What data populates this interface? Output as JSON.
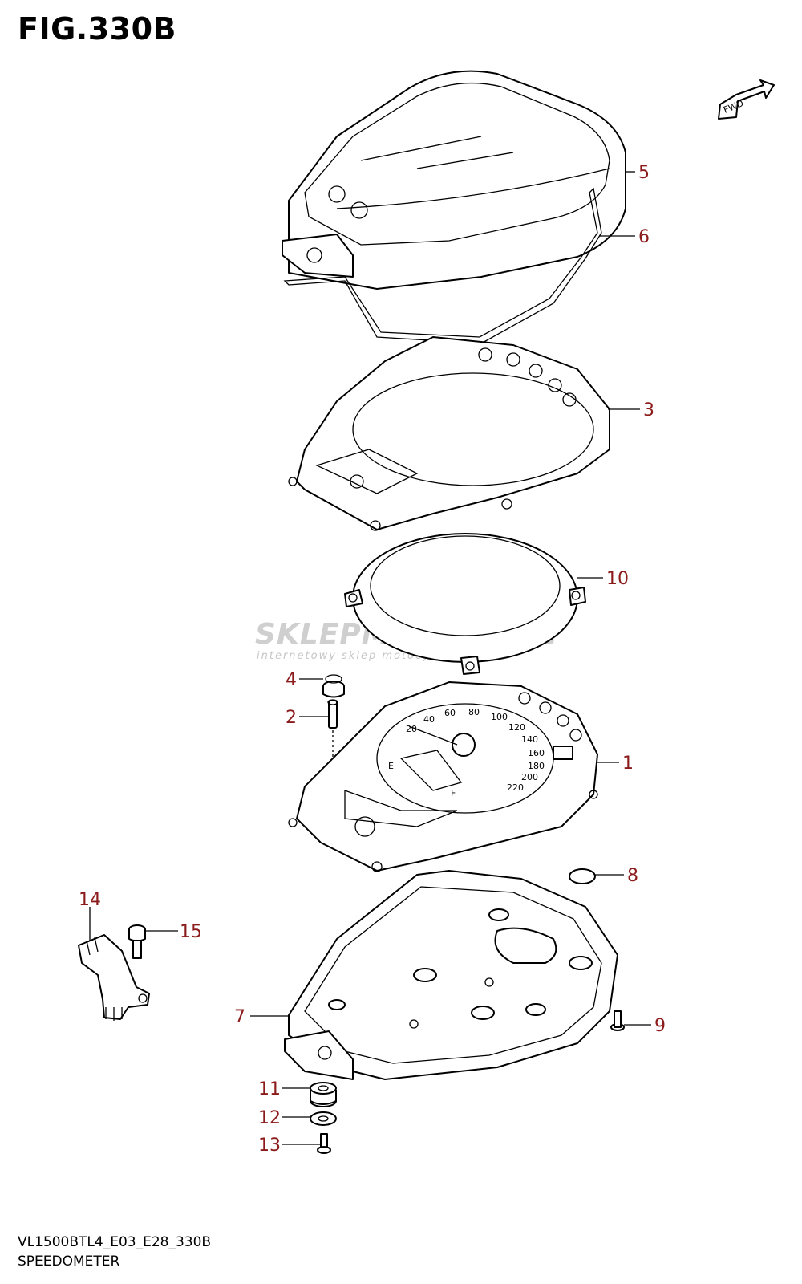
{
  "figure": {
    "title": "FIG.330B",
    "code": "VL1500BTL4_E03_E28_330B",
    "caption": "SPEEDOMETER"
  },
  "watermark": {
    "main": "SKLEPMOTO43.PL",
    "sub": "internetowy sklep motocyklowy"
  },
  "fwd_label": "FWD",
  "dial_numbers": [
    "20",
    "40",
    "60",
    "80",
    "100",
    "120",
    "140",
    "160",
    "180",
    "200",
    "220"
  ],
  "gauge_labels": [
    "E",
    "F"
  ],
  "callouts": [
    {
      "id": "5",
      "label": "5"
    },
    {
      "id": "6",
      "label": "6"
    },
    {
      "id": "3",
      "label": "3"
    },
    {
      "id": "10",
      "label": "10"
    },
    {
      "id": "4",
      "label": "4"
    },
    {
      "id": "2",
      "label": "2"
    },
    {
      "id": "1",
      "label": "1"
    },
    {
      "id": "8",
      "label": "8"
    },
    {
      "id": "14",
      "label": "14"
    },
    {
      "id": "15",
      "label": "15"
    },
    {
      "id": "7",
      "label": "7"
    },
    {
      "id": "9",
      "label": "9"
    },
    {
      "id": "11",
      "label": "11"
    },
    {
      "id": "12",
      "label": "12"
    },
    {
      "id": "13",
      "label": "13"
    }
  ],
  "colors": {
    "callout": "#8b1a1a",
    "line": "#000000",
    "watermark": "#cfcfcf"
  }
}
